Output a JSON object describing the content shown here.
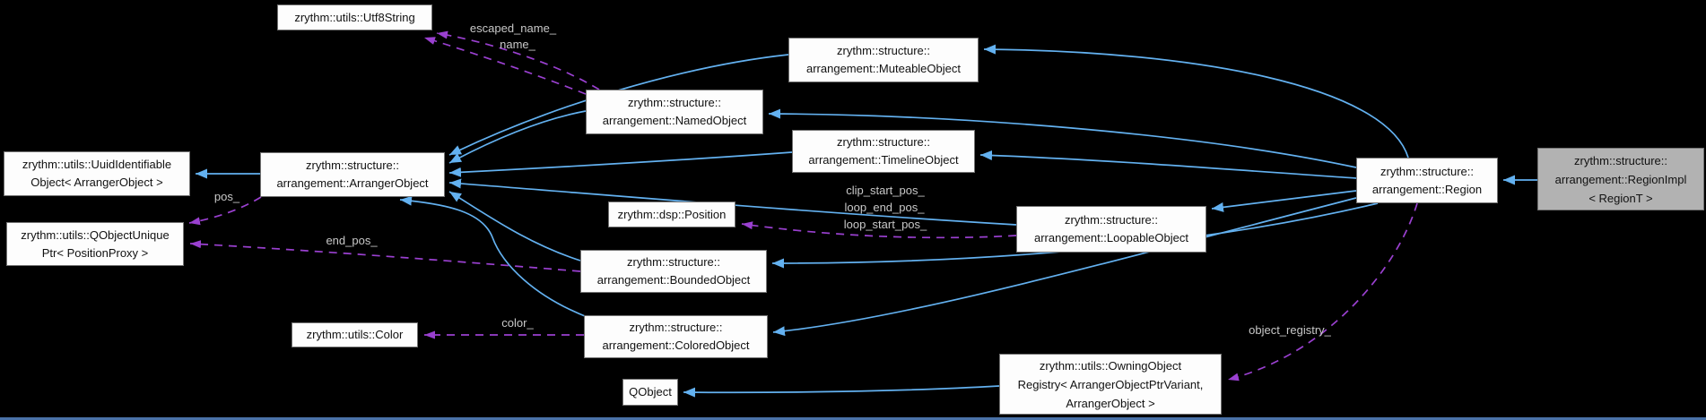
{
  "nodes": {
    "utf8string": {
      "lines": [
        "zrythm::utils::Utf8String"
      ]
    },
    "uuid_identifiable": {
      "lines": [
        "zrythm::utils::UuidIdentifiable",
        "Object< ArrangerObject >"
      ]
    },
    "arranger_object": {
      "lines": [
        "zrythm::structure::",
        "arrangement::ArrangerObject"
      ]
    },
    "qobject_unique_ptr": {
      "lines": [
        "zrythm::utils::QObjectUnique",
        "Ptr< PositionProxy >"
      ]
    },
    "color": {
      "lines": [
        "zrythm::utils::Color"
      ]
    },
    "named_object": {
      "lines": [
        "zrythm::structure::",
        "arrangement::NamedObject"
      ]
    },
    "muteable_object": {
      "lines": [
        "zrythm::structure::",
        "arrangement::MuteableObject"
      ]
    },
    "timeline_object": {
      "lines": [
        "zrythm::structure::",
        "arrangement::TimelineObject"
      ]
    },
    "position": {
      "lines": [
        "zrythm::dsp::Position"
      ]
    },
    "bounded_object": {
      "lines": [
        "zrythm::structure::",
        "arrangement::BoundedObject"
      ]
    },
    "colored_object": {
      "lines": [
        "zrythm::structure::",
        "arrangement::ColoredObject"
      ]
    },
    "qobject": {
      "lines": [
        "QObject"
      ]
    },
    "loopable_object": {
      "lines": [
        "zrythm::structure::",
        "arrangement::LoopableObject"
      ]
    },
    "owning_registry": {
      "lines": [
        "zrythm::utils::OwningObject",
        "Registry< ArrangerObjectPtrVariant,",
        "ArrangerObject >"
      ]
    },
    "region": {
      "lines": [
        "zrythm::structure::",
        "arrangement::Region"
      ]
    },
    "region_impl": {
      "lines": [
        "zrythm::structure::",
        "arrangement::RegionImpl",
        "< RegionT >"
      ]
    }
  },
  "edge_labels": {
    "escaped_name": "escaped_name_",
    "name": "name_",
    "pos": "pos_",
    "end_pos": "end_pos_",
    "color": "color_",
    "clip_start_pos": "clip_start_pos_",
    "loop_end_pos": "loop_end_pos_",
    "loop_start_pos": "loop_start_pos_",
    "object_registry": "object_registry_"
  },
  "colors": {
    "background": "#000000",
    "node_fill": "#fdfdfd",
    "node_border": "#737373",
    "node_text": "#111111",
    "highlight_node_fill": "#b2b2b2",
    "inheritance_edge": "#63b1f0",
    "usage_edge": "#9a40d0",
    "edge_label_text": "#c8c8c8",
    "bottom_strip": "#4a72a8"
  }
}
